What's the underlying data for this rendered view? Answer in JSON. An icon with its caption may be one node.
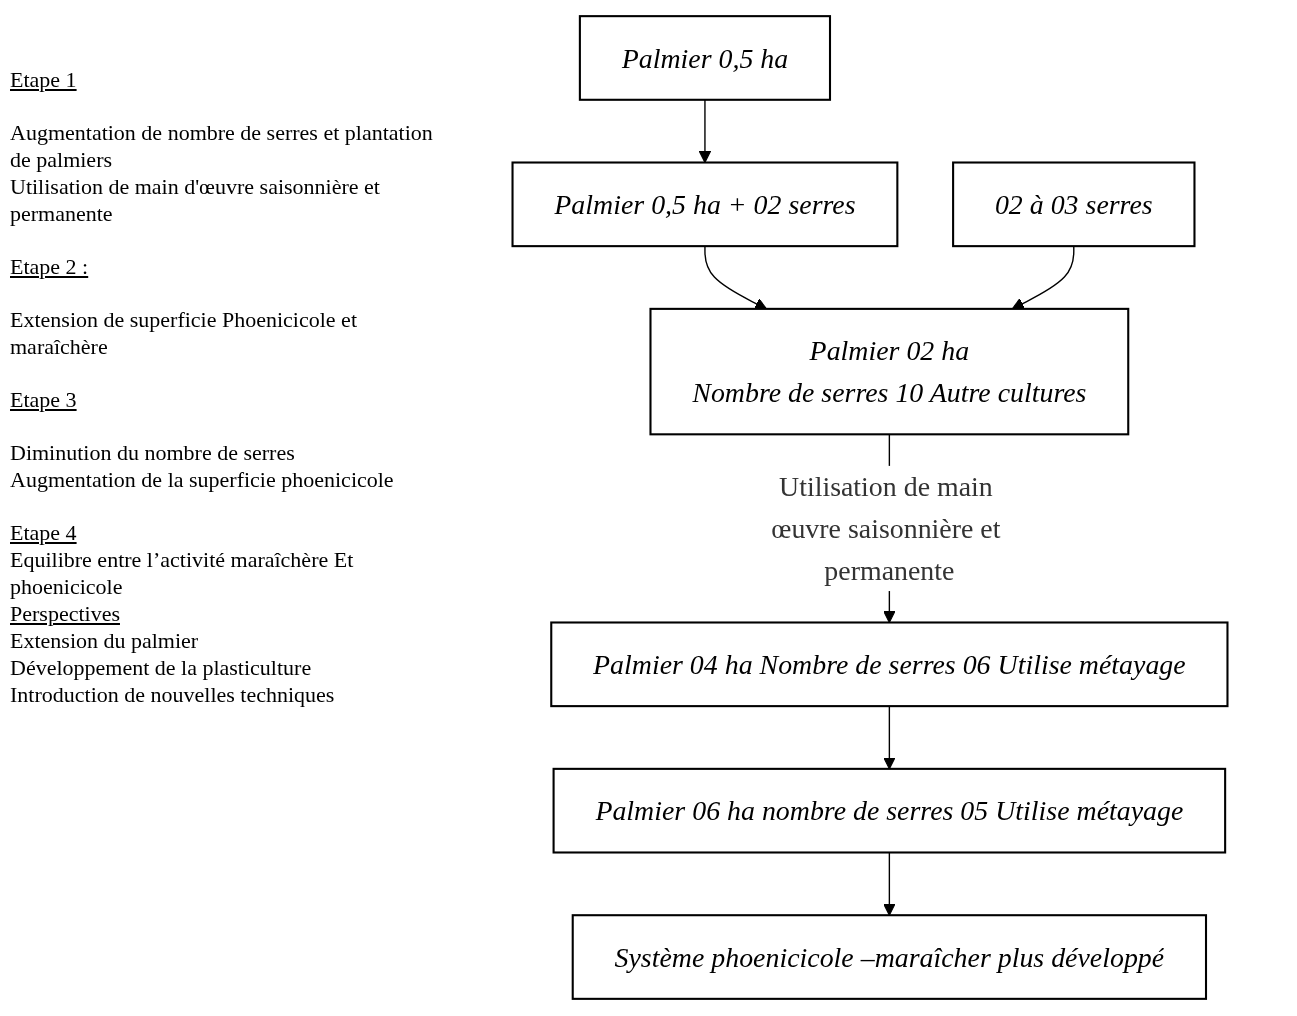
{
  "diagram": {
    "nodes": [
      {
        "text": [
          "Palmier 0,5 ha"
        ]
      },
      {
        "text": [
          "Palmier 0,5 ha + 02 serres"
        ]
      },
      {
        "text": [
          "02 à 03 serres"
        ]
      },
      {
        "text": [
          "Palmier 02 ha",
          "Nombre de serres 10 Autre cultures"
        ]
      },
      {
        "text": [
          "Palmier 04 ha Nombre de serres 06 Utilise métayage"
        ]
      },
      {
        "text": [
          "Palmier 06 ha nombre de serres 05 Utilise métayage"
        ]
      },
      {
        "text": [
          "Système phoenicicole –maraîcher plus développé"
        ]
      }
    ],
    "edges": [
      {
        "from": 0,
        "to": 1,
        "arrow": "to"
      },
      {
        "from": 1,
        "to": 3,
        "arrow": "to"
      },
      {
        "from": 2,
        "to": 3,
        "arrow": "to"
      },
      {
        "from": 3,
        "to": 4,
        "arrow": "to",
        "label": "Utilisation de main œuvre saisonnière et permanente"
      },
      {
        "from": 4,
        "to": 5,
        "arrow": "to"
      },
      {
        "from": 5,
        "to": 6,
        "arrow": "to"
      }
    ],
    "labels": [
      "Etape 1",
      "Augmentation de nombre de serres et plantation de palmiers",
      "Utilisation de main d'œuvre saisonnière et permanente",
      "Etape 2 :",
      "Extension de superficie Phoenicicole et maraîchère",
      "Etape 3",
      "Diminution du nombre de serres",
      "Augmentation de la superficie phoenicicole",
      "Etape 4",
      "Equilibre entre l’activité maraîchère Et phoenicicole",
      "Perspectives",
      "Extension du palmier",
      "Développement de la plasticulture",
      "Introduction de nouvelles techniques"
    ]
  }
}
